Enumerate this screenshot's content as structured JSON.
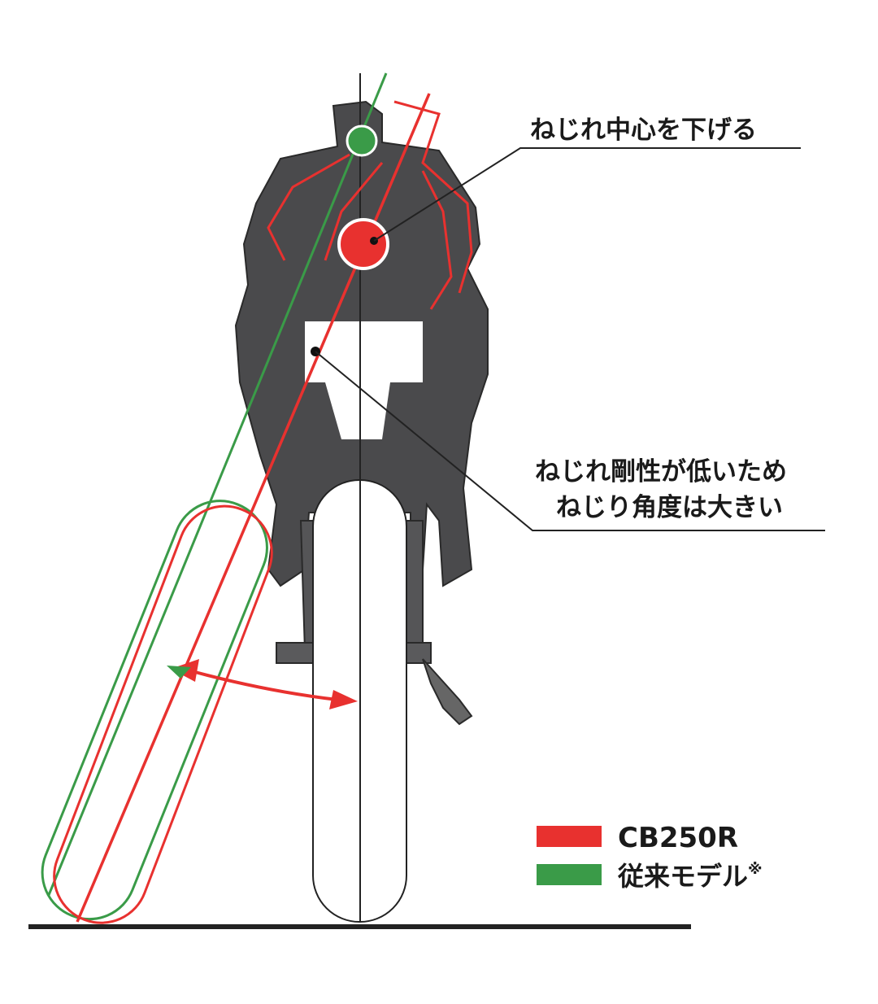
{
  "annotations": {
    "lower_center": "ねじれ中心を下げる",
    "low_rigidity_line1": "ねじれ剛性が低いため",
    "low_rigidity_line2": "ねじり角度は大きい"
  },
  "legend": {
    "items": [
      {
        "label": "CB250R",
        "color": "#e8312f"
      },
      {
        "label": "従来モデル",
        "note_mark": "※",
        "color": "#3a9b48"
      }
    ]
  },
  "colors": {
    "red": "#e8312f",
    "green": "#3a9b48",
    "frame": "#4a4a4c",
    "ink": "#1a1a1a"
  }
}
